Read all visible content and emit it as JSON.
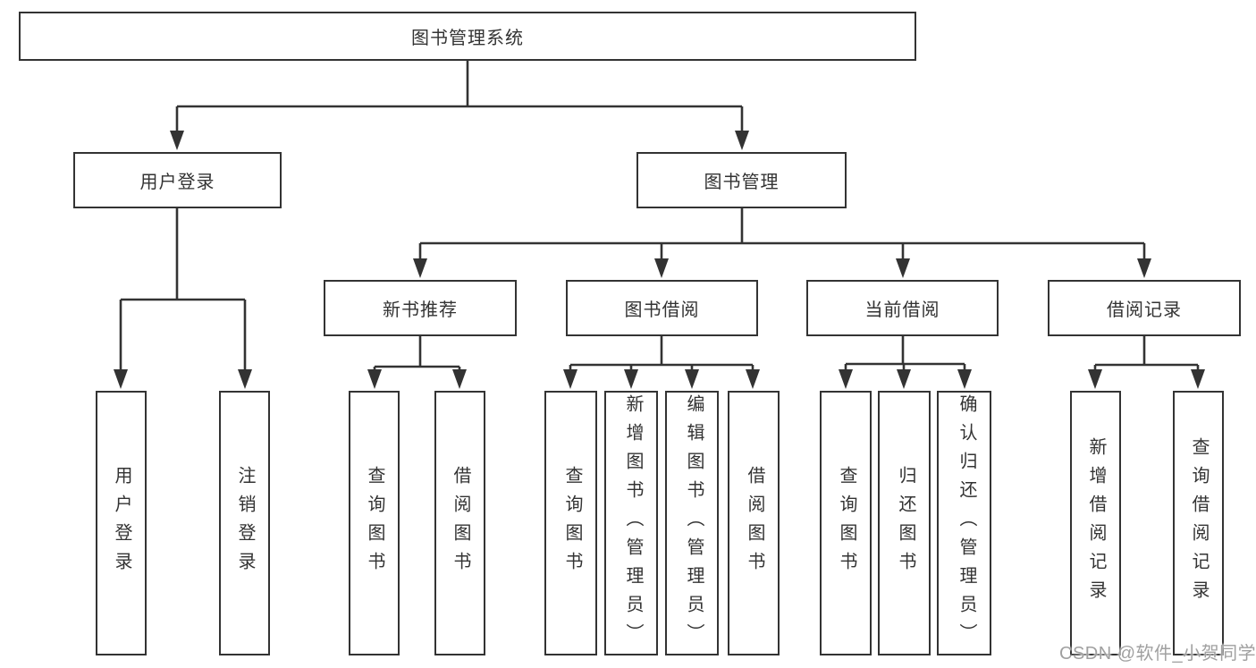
{
  "diagram": {
    "root": {
      "label": "图书管理系统"
    },
    "level2": [
      {
        "label": "用户登录"
      },
      {
        "label": "图书管理"
      }
    ],
    "level3": [
      {
        "label": "新书推荐"
      },
      {
        "label": "图书借阅"
      },
      {
        "label": "当前借阅"
      },
      {
        "label": "借阅记录"
      }
    ],
    "leaves": {
      "user_login": [
        "用户登录",
        "注销登录"
      ],
      "new_book": [
        "查询图书",
        "借阅图书"
      ],
      "book_borrow": [
        "查询图书",
        "新增图书（管理员）",
        "编辑图书（管理员）",
        "借阅图书"
      ],
      "current_borrow": [
        "查询图书",
        "归还图书",
        "确认归还（管理员）"
      ],
      "borrow_record": [
        "新增借阅记录",
        "查询借阅记录"
      ]
    },
    "edges": [
      {
        "from": "图书管理系统",
        "to": [
          "用户登录",
          "图书管理"
        ]
      },
      {
        "from": "用户登录",
        "to": [
          "用户登录",
          "注销登录"
        ]
      },
      {
        "from": "图书管理",
        "to": [
          "新书推荐",
          "图书借阅",
          "当前借阅",
          "借阅记录"
        ]
      },
      {
        "from": "新书推荐",
        "to": [
          "查询图书",
          "借阅图书"
        ]
      },
      {
        "from": "图书借阅",
        "to": [
          "查询图书",
          "新增图书（管理员）",
          "编辑图书（管理员）",
          "借阅图书"
        ]
      },
      {
        "from": "当前借阅",
        "to": [
          "查询图书",
          "归还图书",
          "确认归还（管理员）"
        ]
      },
      {
        "from": "借阅记录",
        "to": [
          "新增借阅记录",
          "查询借阅记录"
        ]
      }
    ]
  },
  "colors": {
    "line": "#333333",
    "box_border": "#333333",
    "text": "#333333",
    "background": "#ffffff",
    "watermark": "#a0a0a0"
  },
  "watermark": {
    "text": "CSDN @软件_小贺同学"
  }
}
